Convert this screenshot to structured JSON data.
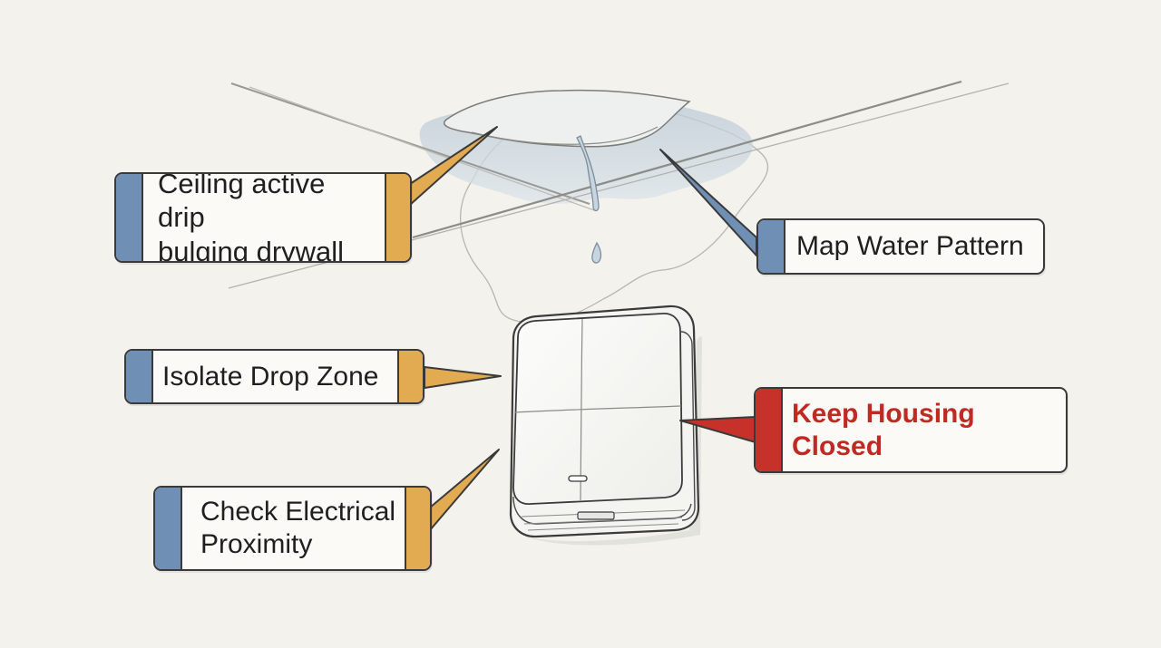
{
  "colors": {
    "background": "#f3f2ec",
    "tab_blue": "#6f8fb4",
    "tab_orange": "#e2ab52",
    "tab_red": "#c6322a",
    "warning_text": "#c02a22",
    "outline": "#3a3a3a",
    "callout_fill": "#fbfaf6"
  },
  "icons": {
    "ceiling": "ceiling-leak-illustration",
    "device": "wall-electrical-box-illustration"
  },
  "callouts": {
    "ceiling": {
      "text": "Ceiling active drip\nbulging drywall",
      "left_tab": "blue",
      "right_tab": "orange"
    },
    "map": {
      "text": "Map Water Pattern",
      "left_tab": "blue"
    },
    "isolate": {
      "text": "Isolate Drop Zone",
      "left_tab": "blue",
      "right_tab": "orange"
    },
    "electrical": {
      "text": "Check Electrical\nProximity",
      "left_tab": "blue",
      "right_tab": "orange"
    },
    "housing": {
      "text": "Keep Housing\nClosed",
      "left_tab": "red",
      "emphasis": "warning"
    }
  }
}
